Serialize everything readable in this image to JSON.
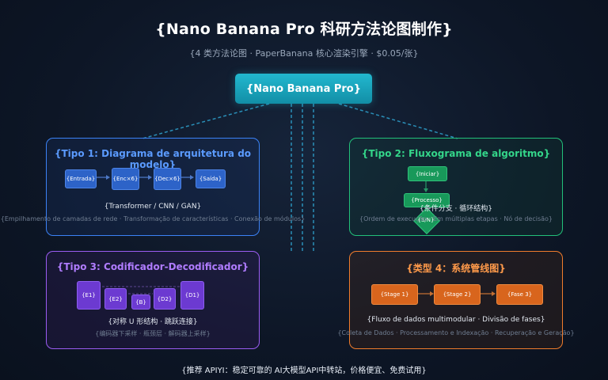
{
  "header": {
    "title": "{Nano Banana Pro 科研方法论图制作}",
    "subtitle": "{4 类方法论图 · PaperBanana 核心渲染引擎 · $0.05/张}"
  },
  "center": {
    "label": "{Nano Banana Pro}"
  },
  "cards": {
    "arch": {
      "title": "{Tipo 1: Diagrama de arquitetura do modelo}",
      "nodes": [
        "{Entrada}",
        "{Enc×6}",
        "{Dec×6}",
        "{Saída}"
      ],
      "desc": "{Transformer / CNN / GAN}",
      "sub": "{Empilhamento de camadas de rede · Transformação de características · Conexão de módulos}"
    },
    "flow": {
      "title": "{Tipo 2: Fluxograma de algoritmo}",
      "nodes": [
        "{Iniciar}",
        "{Processo}",
        "{S/N}"
      ],
      "desc": "{条件分支 · 循环结构}",
      "sub": "{Ordem de execução · Em múltiplas etapas · Nó de decisão}"
    },
    "encdec": {
      "title": "{Tipo 3: Codificador-Decodificador}",
      "nodes": [
        "{E1}",
        "{E2}",
        "{B}",
        "{D2}",
        "{D1}"
      ],
      "desc": "{对称 U 形结构 · 跳跃连接}",
      "sub": "{编码器下采样 · 瓶颈层 · 解码器上采样}"
    },
    "pipeline": {
      "title": "{类型 4：系统管线图}",
      "nodes": [
        "{Stage 1}",
        "{Stage 2}",
        "{Fase 3}"
      ],
      "desc": "{Fluxo de dados multimodular · Divisão de fases}",
      "sub": "{Coleta de Dados · Processamento e Indexação · Recuperação e Geração}"
    }
  },
  "footer": {
    "text": "{推荐 APIYI：稳定可靠的 AI大模型API中转站，价格便宜、免费试用}"
  },
  "colors": {
    "arch": "#3b82f6",
    "flow": "#22c07a",
    "encdec": "#9b5cf2",
    "pipeline": "#f07c2c",
    "center": "#1aa6bf"
  }
}
